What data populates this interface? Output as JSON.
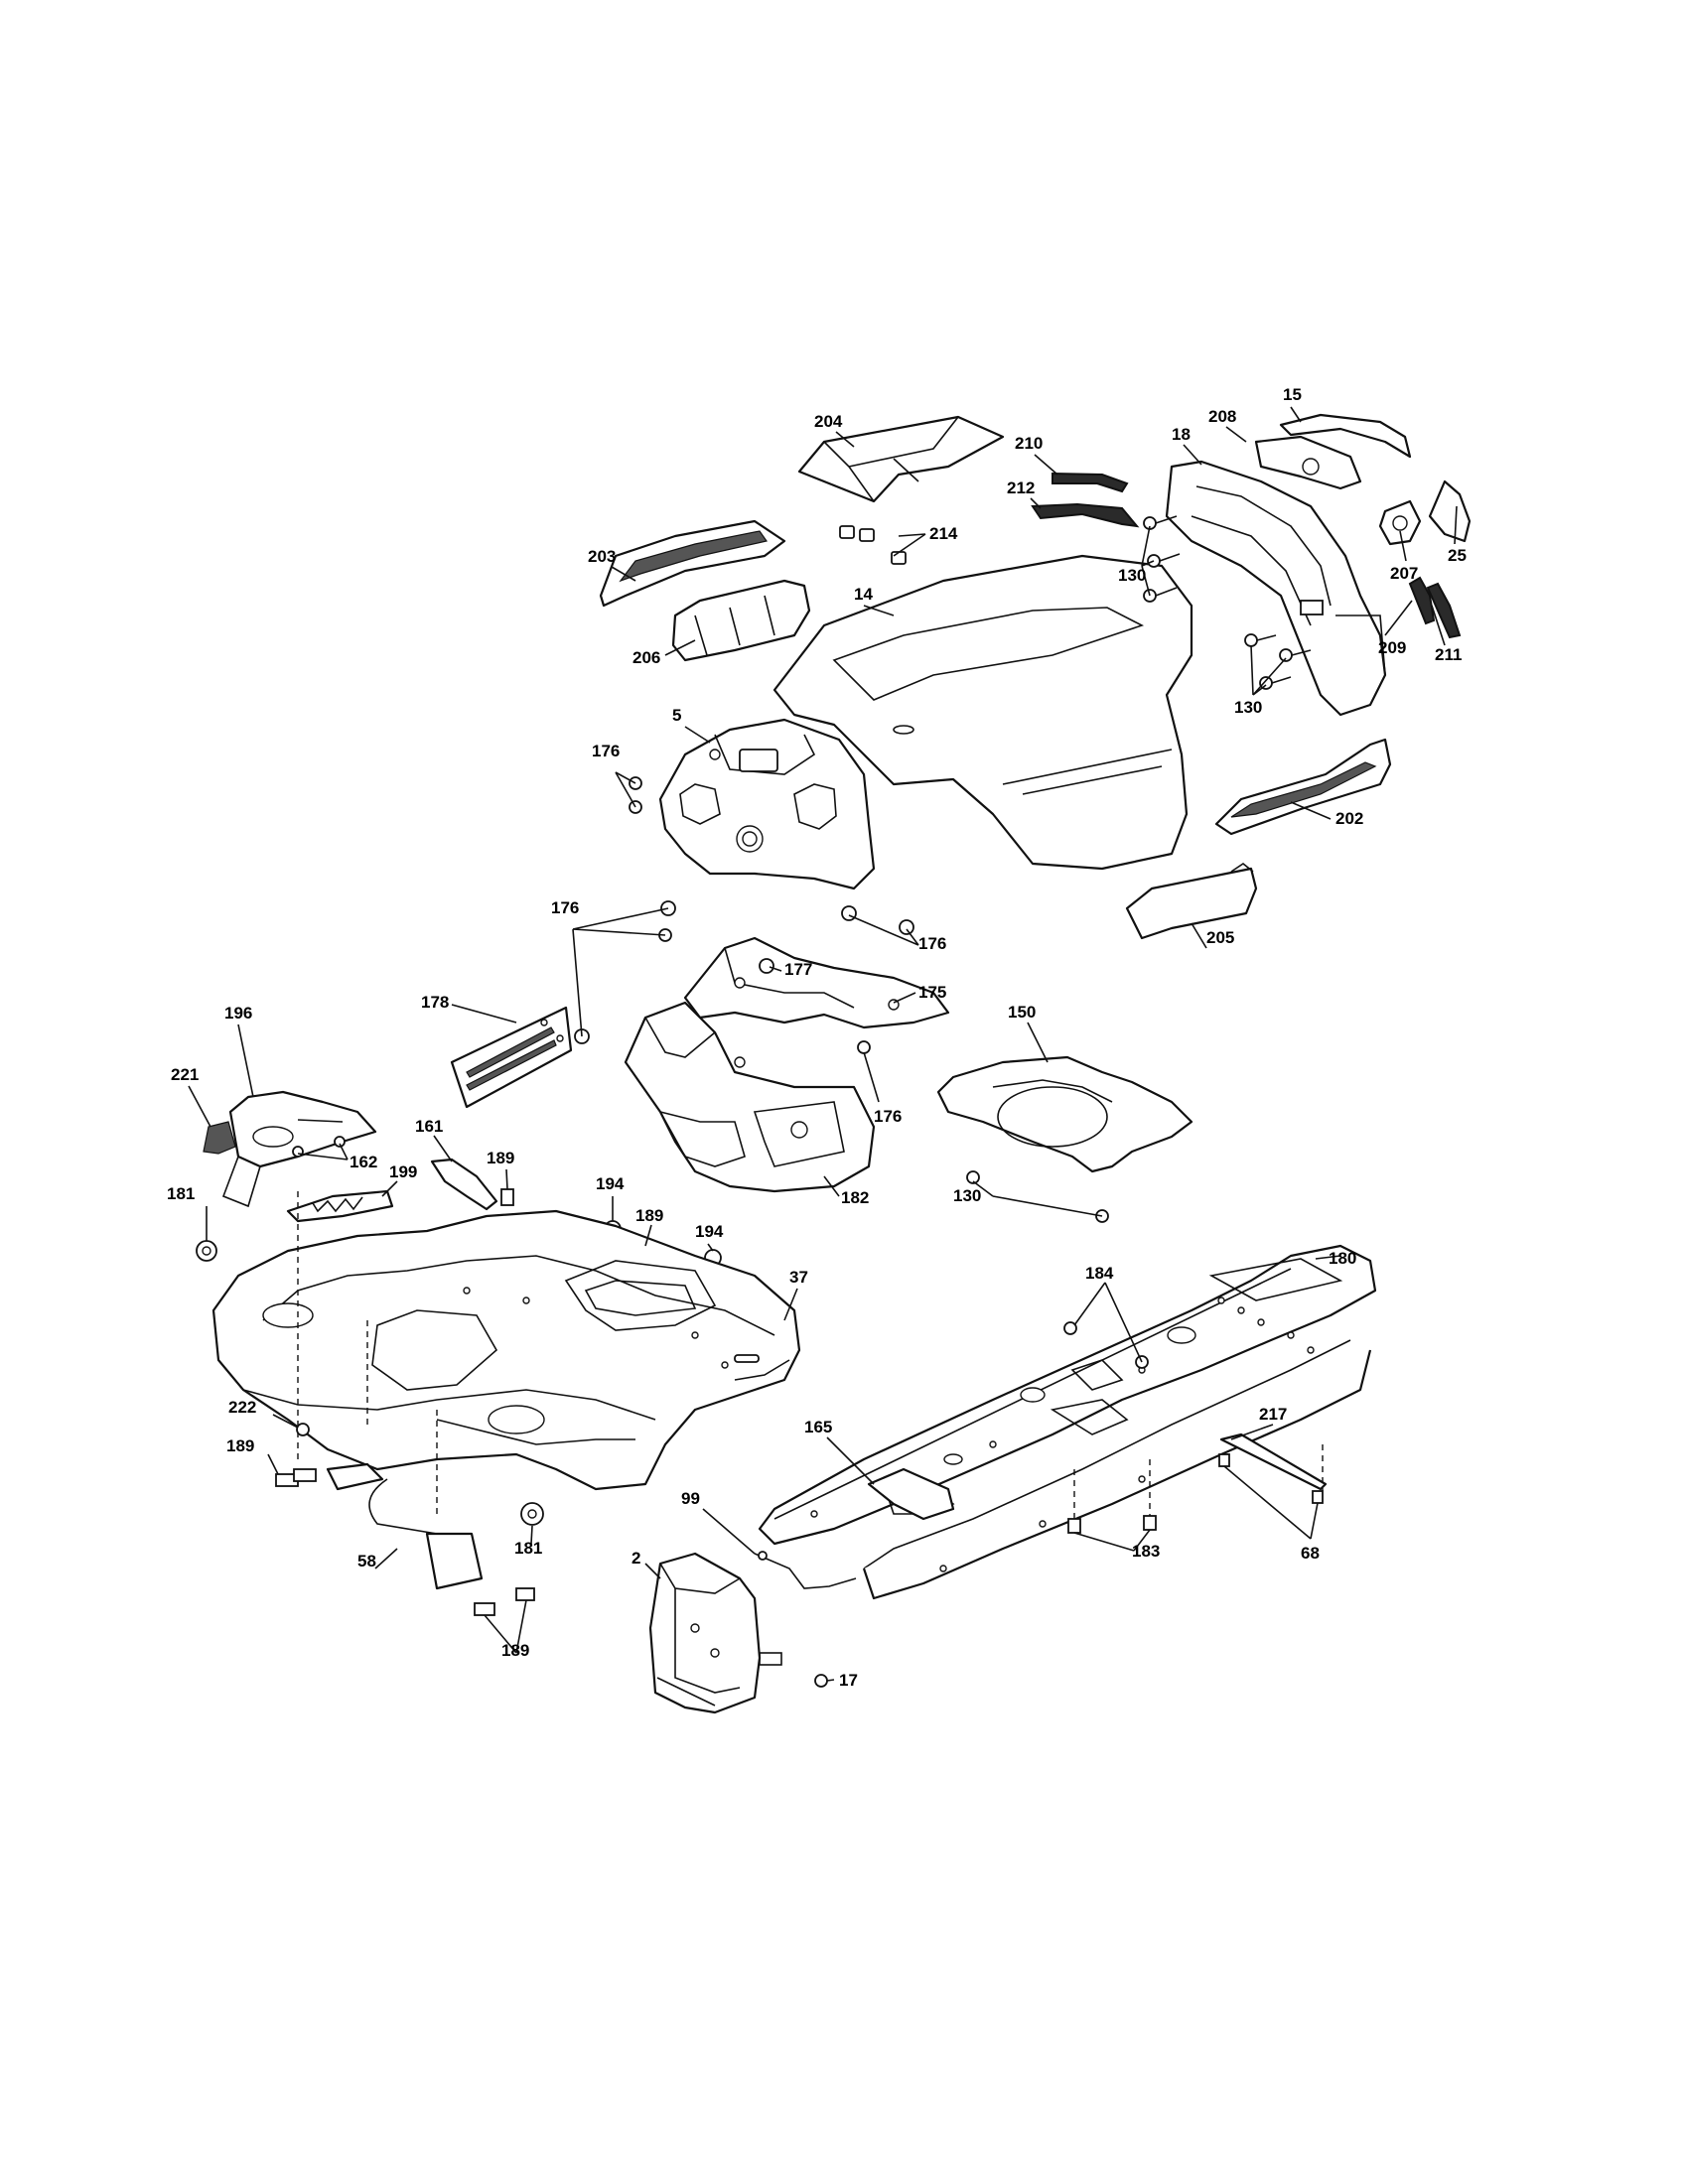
{
  "diagram": {
    "callouts": [
      {
        "id": "c-15",
        "text": "15"
      },
      {
        "id": "c-204",
        "text": "204"
      },
      {
        "id": "c-208",
        "text": "208"
      },
      {
        "id": "c-210",
        "text": "210"
      },
      {
        "id": "c-18",
        "text": "18"
      },
      {
        "id": "c-212",
        "text": "212"
      },
      {
        "id": "c-214",
        "text": "214"
      },
      {
        "id": "c-25",
        "text": "25"
      },
      {
        "id": "c-130a",
        "text": "130"
      },
      {
        "id": "c-207",
        "text": "207"
      },
      {
        "id": "c-203",
        "text": "203"
      },
      {
        "id": "c-14",
        "text": "14"
      },
      {
        "id": "c-209",
        "text": "209"
      },
      {
        "id": "c-211",
        "text": "211"
      },
      {
        "id": "c-206",
        "text": "206"
      },
      {
        "id": "c-130b",
        "text": "130"
      },
      {
        "id": "c-5",
        "text": "5"
      },
      {
        "id": "c-176a",
        "text": "176"
      },
      {
        "id": "c-202",
        "text": "202"
      },
      {
        "id": "c-176b",
        "text": "176"
      },
      {
        "id": "c-176c",
        "text": "176"
      },
      {
        "id": "c-205",
        "text": "205"
      },
      {
        "id": "c-177",
        "text": "177"
      },
      {
        "id": "c-175",
        "text": "175"
      },
      {
        "id": "c-178",
        "text": "178"
      },
      {
        "id": "c-150",
        "text": "150"
      },
      {
        "id": "c-196",
        "text": "196"
      },
      {
        "id": "c-221",
        "text": "221"
      },
      {
        "id": "c-176d",
        "text": "176"
      },
      {
        "id": "c-162",
        "text": "162"
      },
      {
        "id": "c-161",
        "text": "161"
      },
      {
        "id": "c-189a",
        "text": "189"
      },
      {
        "id": "c-182",
        "text": "182"
      },
      {
        "id": "c-130c",
        "text": "130"
      },
      {
        "id": "c-181a",
        "text": "181"
      },
      {
        "id": "c-199",
        "text": "199"
      },
      {
        "id": "c-194a",
        "text": "194"
      },
      {
        "id": "c-189b",
        "text": "189"
      },
      {
        "id": "c-194b",
        "text": "194"
      },
      {
        "id": "c-180",
        "text": "180"
      },
      {
        "id": "c-37",
        "text": "37"
      },
      {
        "id": "c-184",
        "text": "184"
      },
      {
        "id": "c-222",
        "text": "222"
      },
      {
        "id": "c-217",
        "text": "217"
      },
      {
        "id": "c-165",
        "text": "165"
      },
      {
        "id": "c-189c",
        "text": "189"
      },
      {
        "id": "c-99",
        "text": "99"
      },
      {
        "id": "c-183",
        "text": "183"
      },
      {
        "id": "c-181b",
        "text": "181"
      },
      {
        "id": "c-58",
        "text": "58"
      },
      {
        "id": "c-68",
        "text": "68"
      },
      {
        "id": "c-2",
        "text": "2"
      },
      {
        "id": "c-189d",
        "text": "189"
      },
      {
        "id": "c-17",
        "text": "17"
      }
    ]
  }
}
